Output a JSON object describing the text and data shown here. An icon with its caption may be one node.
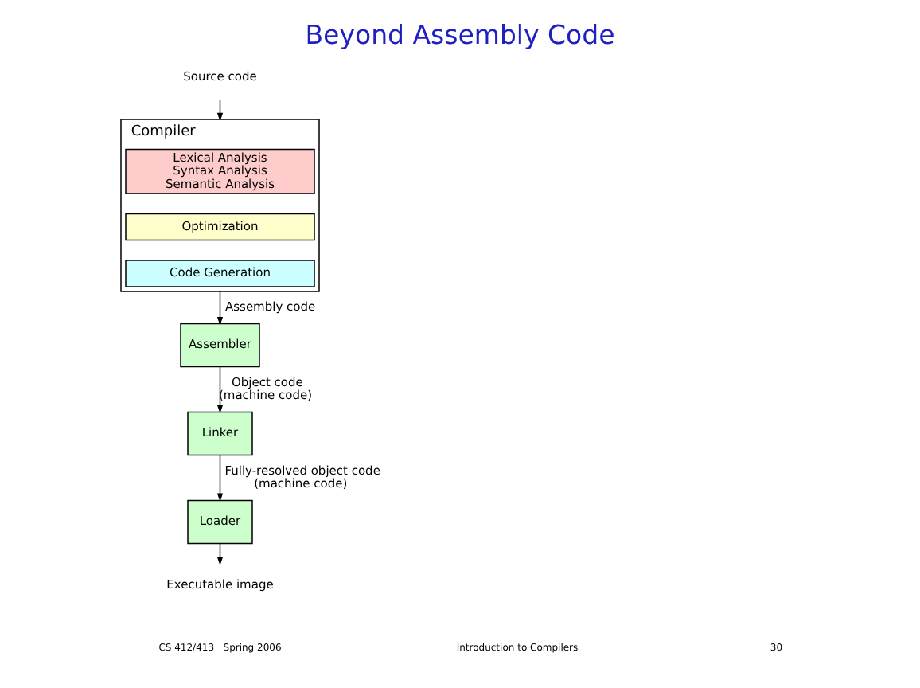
{
  "diagram": {
    "title": "Beyond Assembly Code",
    "nodes": [
      {
        "text": [
          "Source code"
        ]
      },
      {
        "text": [
          "Compiler"
        ]
      },
      {
        "text": [
          "Lexical Analysis Syntax Analysis Semantic Analysis"
        ],
        "in": 1
      },
      {
        "text": [
          "Optimization"
        ],
        "in": 1
      },
      {
        "text": [
          "Code Generation"
        ],
        "in": 1
      },
      {
        "text": [
          "Assembler"
        ]
      },
      {
        "text": [
          "Linker"
        ]
      },
      {
        "text": [
          "Loader"
        ]
      },
      {
        "text": [
          "Executable image"
        ]
      }
    ],
    "edges": [
      {
        "from": 0,
        "to": 1,
        "arrow": "to"
      },
      {
        "from": 1,
        "to": 5,
        "arrow": "to",
        "label": "Assembly code"
      },
      {
        "from": 5,
        "to": 6,
        "arrow": "to",
        "label": "Object code (machine code)"
      },
      {
        "from": 6,
        "to": 7,
        "arrow": "to",
        "label": "Fully-resolved object code (machine code)"
      },
      {
        "from": 7,
        "to": 8,
        "arrow": "to"
      }
    ],
    "labels": [
      "CS 412/413   Spring 2006",
      "Introduction to Compilers",
      "30"
    ]
  }
}
